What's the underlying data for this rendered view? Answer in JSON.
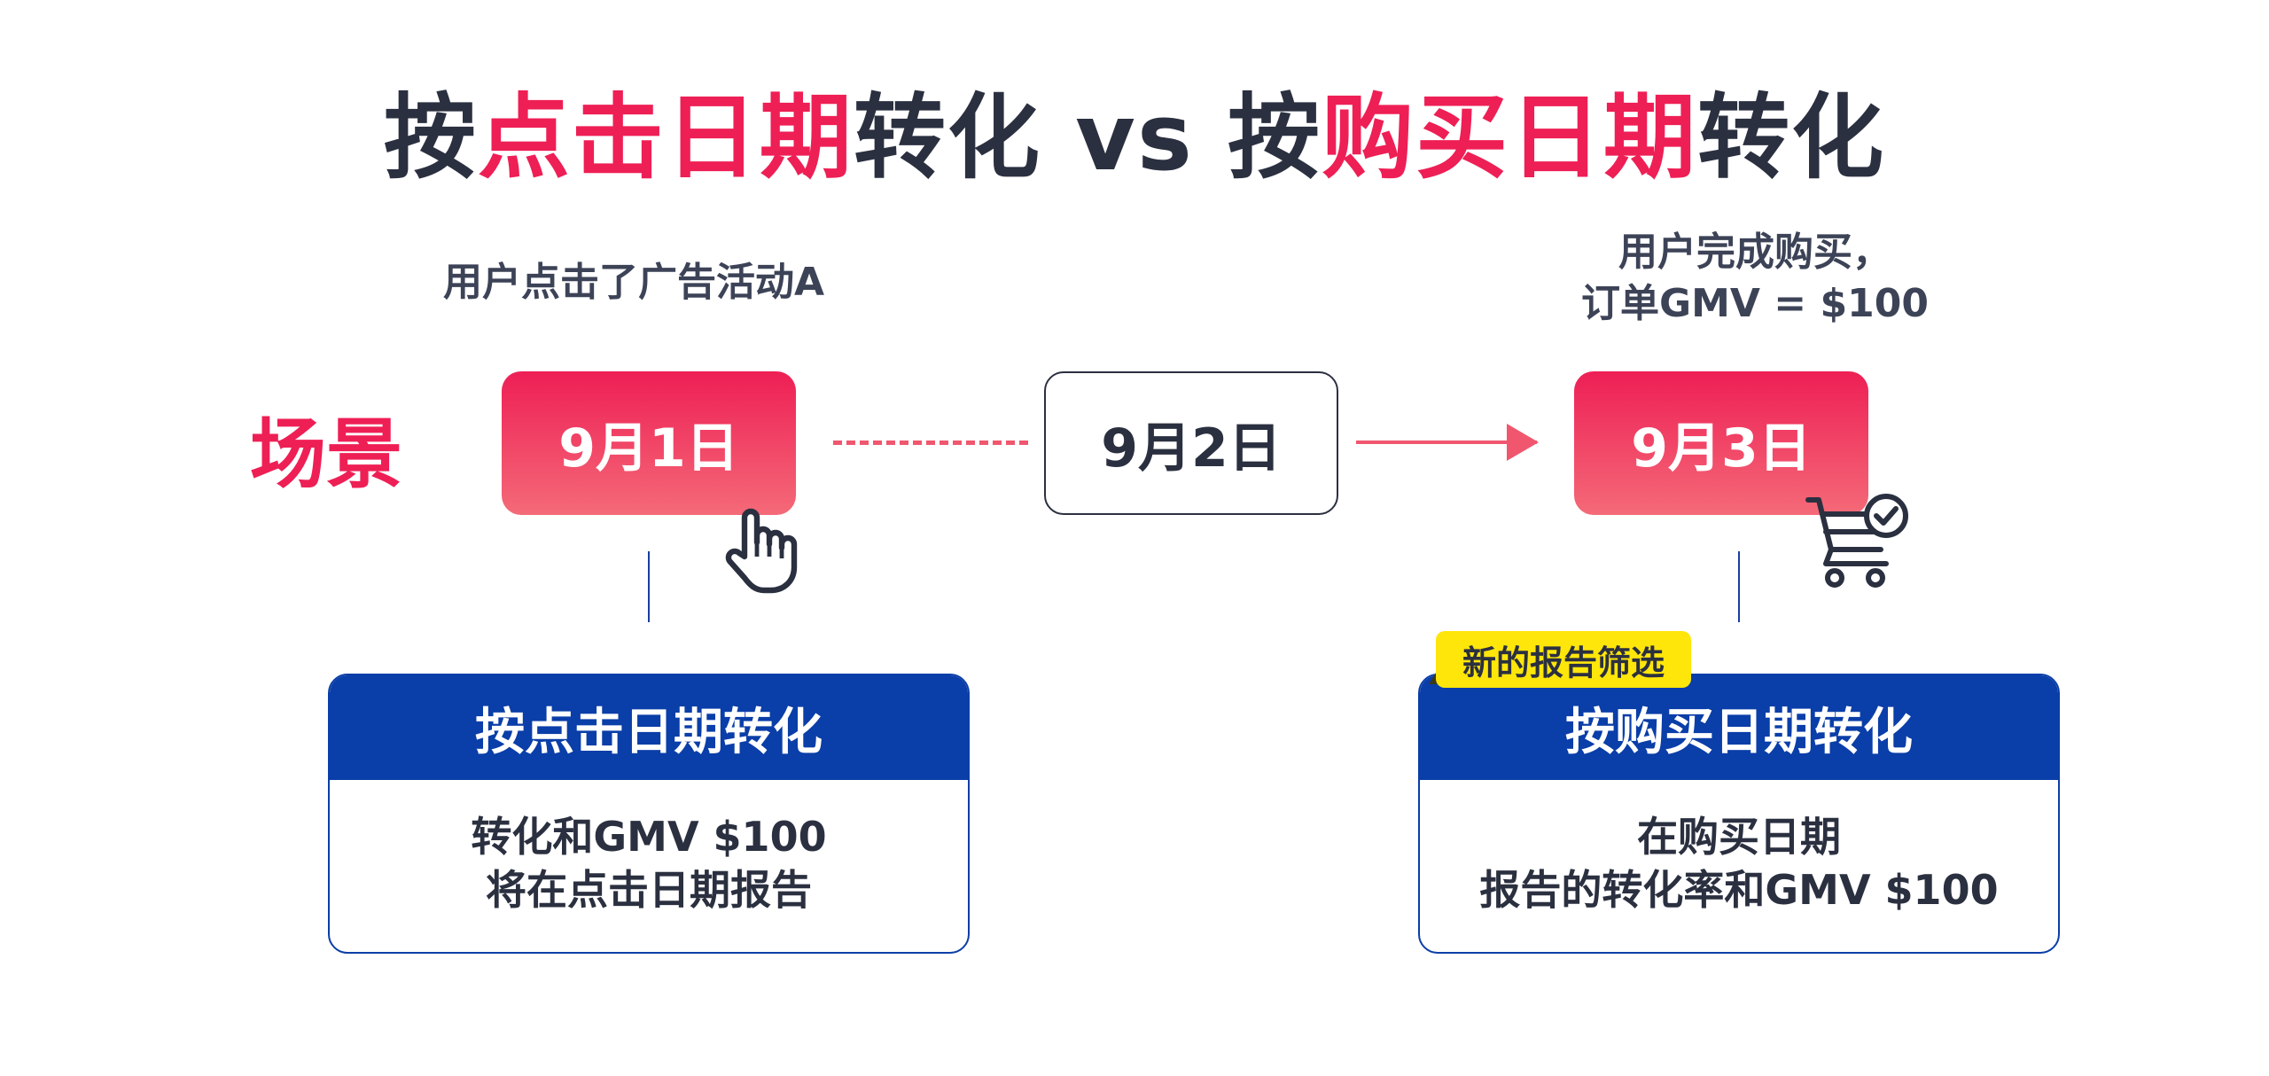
{
  "title": {
    "part1": "按",
    "part2": "点击日期",
    "part3": "转化 vs 按",
    "part4": "购买日期",
    "part5": "转化"
  },
  "scene_label": "场景",
  "captions": {
    "left": "用户点击了广告活动A",
    "right_line1": "用户完成购买，",
    "right_line2": "订单GMV = $100"
  },
  "dates": {
    "d1": "9月1日",
    "d2": "9月2日",
    "d3": "9月3日"
  },
  "icons": {
    "hand": "pointer-hand-icon",
    "cart": "shopping-cart-check-icon"
  },
  "badge": "新的报告筛选",
  "cards": {
    "click": {
      "header": "按点击日期转化",
      "line1": "转化和GMV $100",
      "line2": "将在点击日期报告"
    },
    "purchase": {
      "header": "按购买日期转化",
      "line1": "在购买日期",
      "line2": "报告的转化率和GMV $100"
    }
  },
  "colors": {
    "accent_red": "#ee1f55",
    "navy": "#0a3ea8",
    "text_dark": "#2b3040",
    "badge_yellow": "#ffe60a"
  }
}
